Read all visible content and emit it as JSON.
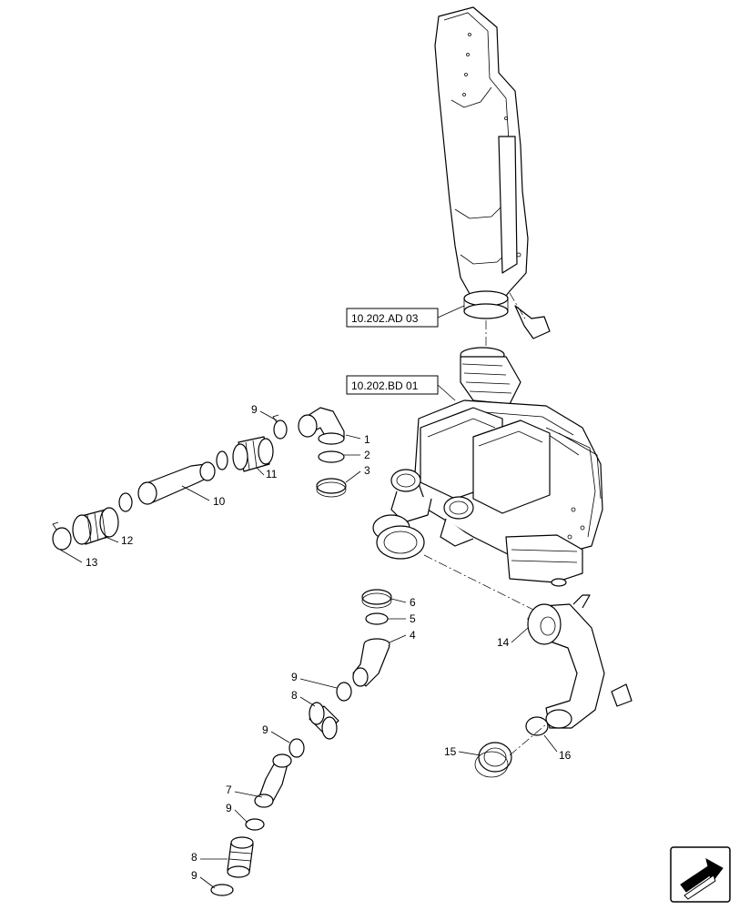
{
  "references": {
    "ref_1": "10.202.AD 03",
    "ref_2": "10.202.BD 01"
  },
  "callouts": {
    "c1": "1",
    "c2": "2",
    "c3": "3",
    "c4": "4",
    "c5": "5",
    "c6": "6",
    "c7": "7",
    "c8a": "8",
    "c8b": "8",
    "c9a": "9",
    "c9b": "9",
    "c9c": "9",
    "c9d": "9",
    "c9e": "9",
    "c10": "10",
    "c11": "11",
    "c12": "12",
    "c13": "13",
    "c14": "14",
    "c15": "15",
    "c16": "16"
  },
  "icons": {
    "nav_icon": "arrow-page-navigation-icon"
  }
}
